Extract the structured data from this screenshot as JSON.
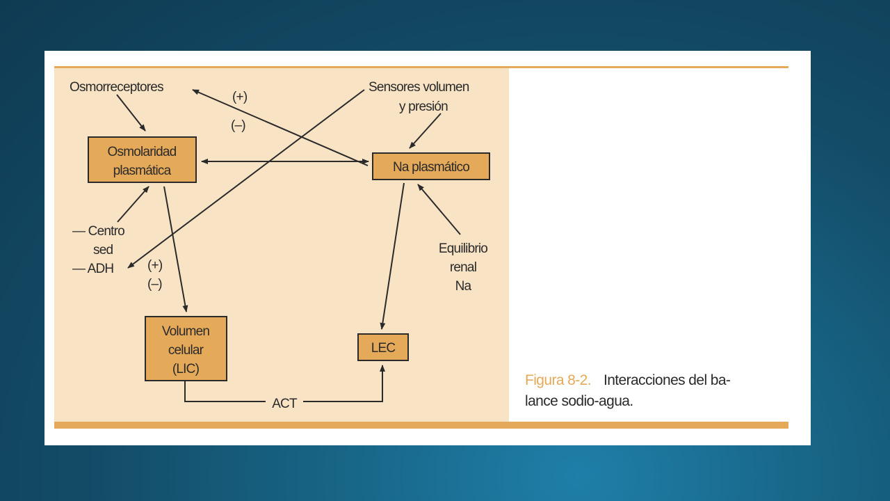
{
  "figure": {
    "nodes": {
      "osmorreceptores": "Osmorreceptores",
      "sensores_line1": "Sensores volumen",
      "sensores_line2": "y presión",
      "osmolaridad_line1": "Osmolaridad",
      "osmolaridad_line2": "plasmática",
      "na_plasmatico": "Na plasmático",
      "volumen_line1": "Volumen",
      "volumen_line2": "celular",
      "volumen_line3": "(LIC)",
      "lec": "LEC",
      "equilibrio_line1": "Equilibrio",
      "equilibrio_line2": "renal",
      "equilibrio_line3": "Na",
      "centro_line1": "— Centro",
      "centro_line2": "sed",
      "adh": "— ADH",
      "act": "ACT"
    },
    "signs": {
      "top_plus": "(+)",
      "top_minus": "(–)",
      "left_plus": "(+)",
      "left_minus": "(–)"
    }
  },
  "caption": {
    "label": "Figura 8-2.",
    "line1": "Interacciones del ba-",
    "line2": "lance sodio-agua."
  },
  "colors": {
    "panel": "#f8e3c5",
    "box_fill": "#e5a95a",
    "accent": "#e5a95a",
    "ink": "#2a2a2a"
  }
}
